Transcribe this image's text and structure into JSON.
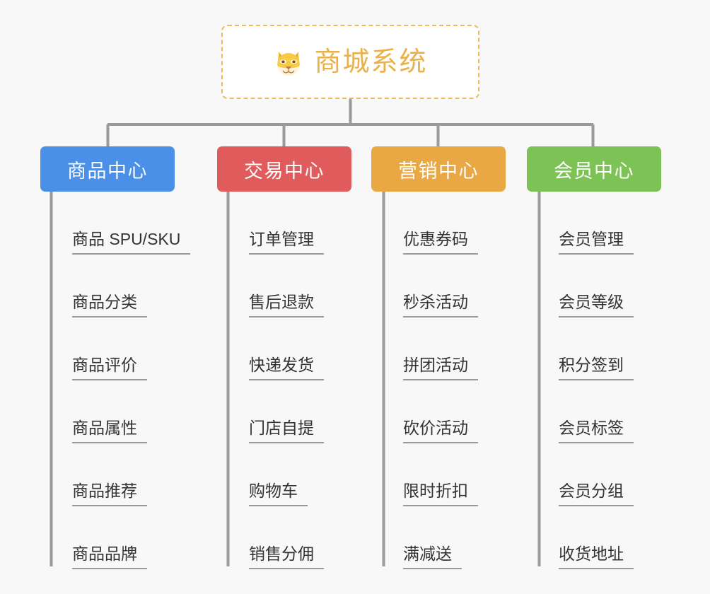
{
  "background_color": "#f8f8f8",
  "root": {
    "icon": "shiba-dog-face-icon",
    "title": "商城系统",
    "text_color": "#eab04a",
    "border_color": "#efb95a"
  },
  "connector_color": "#9a9a9a",
  "columns": [
    {
      "id": "product-center",
      "title": "商品中心",
      "color": "#4a90e8",
      "items": [
        "商品 SPU/SKU",
        "商品分类",
        "商品评价",
        "商品属性",
        "商品推荐",
        "商品品牌"
      ]
    },
    {
      "id": "trade-center",
      "title": "交易中心",
      "color": "#e05c5c",
      "items": [
        "订单管理",
        "售后退款",
        "快递发货",
        "门店自提",
        "购物车",
        "销售分佣"
      ]
    },
    {
      "id": "marketing-center",
      "title": "营销中心",
      "color": "#eaa844",
      "items": [
        "优惠券码",
        "秒杀活动",
        "拼团活动",
        "砍价活动",
        "限时折扣",
        "满减送"
      ]
    },
    {
      "id": "member-center",
      "title": "会员中心",
      "color": "#7dc254",
      "items": [
        "会员管理",
        "会员等级",
        "积分签到",
        "会员标签",
        "会员分组",
        "收货地址"
      ]
    }
  ]
}
